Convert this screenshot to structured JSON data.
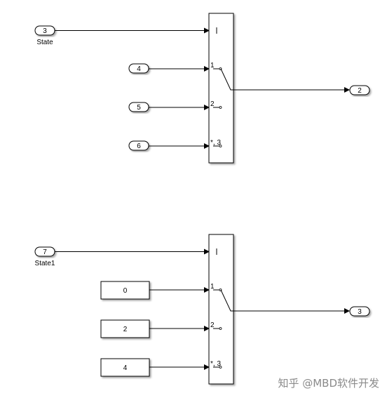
{
  "diagram": {
    "top": {
      "control_input": {
        "number": "3",
        "label": "State"
      },
      "data_inputs": [
        {
          "number": "4"
        },
        {
          "number": "5"
        },
        {
          "number": "6"
        }
      ],
      "switch_ports": [
        "1",
        "2",
        "*, 3"
      ],
      "output": {
        "number": "2"
      }
    },
    "bottom": {
      "control_input": {
        "number": "7",
        "label": "State1"
      },
      "data_inputs": [
        {
          "value": "0"
        },
        {
          "value": "2"
        },
        {
          "value": "4"
        }
      ],
      "switch_ports": [
        "1",
        "2",
        "*, 3"
      ],
      "output": {
        "number": "3"
      }
    }
  },
  "watermark": "知乎 @MBD软件开发"
}
